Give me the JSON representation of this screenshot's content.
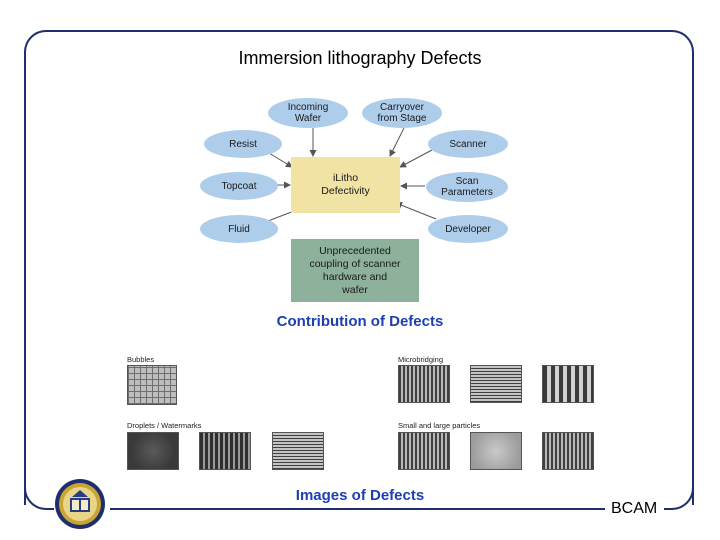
{
  "title": "Immersion lithography Defects",
  "diagram": {
    "center": "iLitho\nDefectivity",
    "nodes": {
      "incoming_wafer": "Incoming\nWafer",
      "carryover": "Carryover\nfrom Stage",
      "resist": "Resist",
      "scanner": "Scanner",
      "topcoat": "Topcoat",
      "scan_parameters": "Scan\nParameters",
      "fluid": "Fluid",
      "developer": "Developer"
    },
    "coupling_box": "Unprecedented\ncoupling of scanner\nhardware and\nwafer"
  },
  "caption_contribution": "Contribution of Defects",
  "defect_images": {
    "bubbles": "Bubbles",
    "microbridging": "Microbridging",
    "droplets": "Droplets / Watermarks",
    "particles": "Small and large particles"
  },
  "caption_images": "Images of Defects",
  "footer": "BCAM",
  "colors": {
    "frame": "#1f2f6e",
    "caption": "#1d3fb5",
    "node_fill": "#aecdeb",
    "center_fill": "#f1e3a4",
    "coupling_fill": "#8db19a"
  }
}
